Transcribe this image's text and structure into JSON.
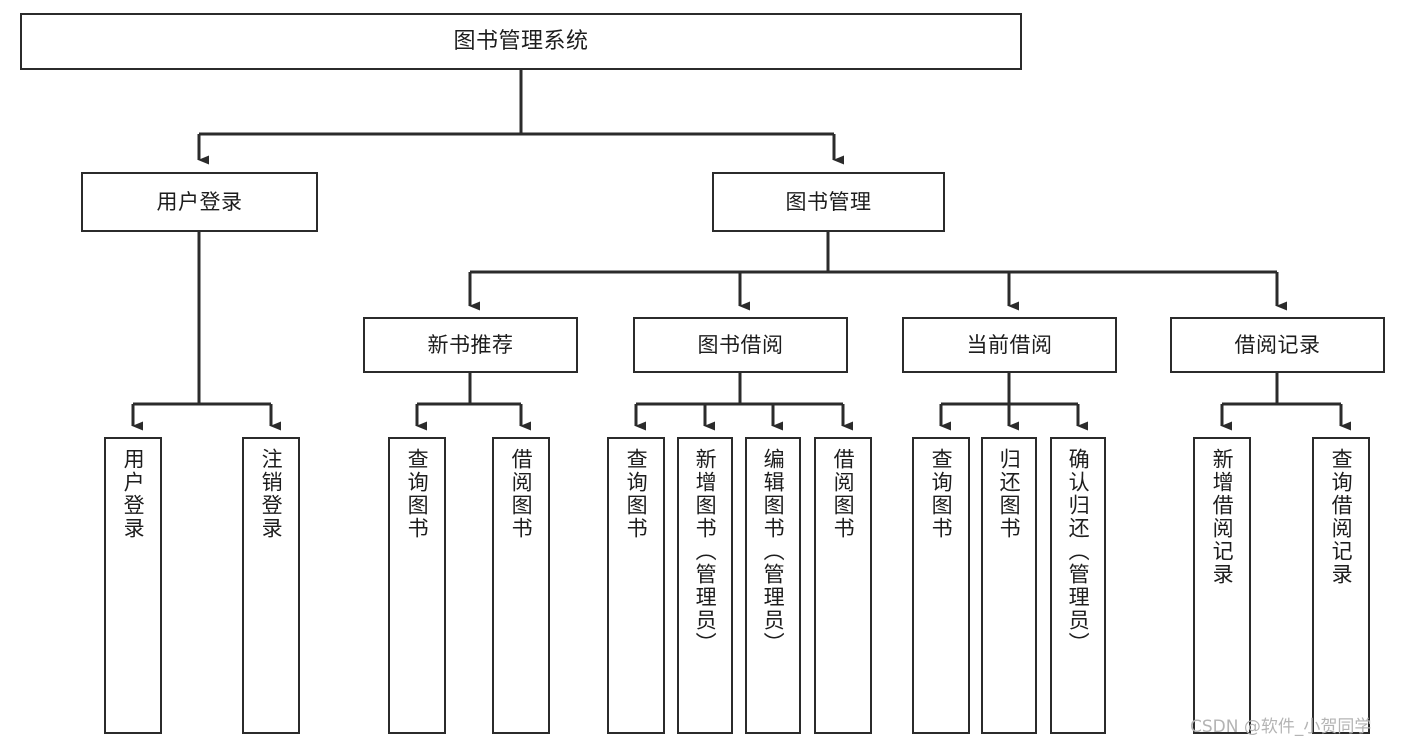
{
  "diagram": {
    "title": "图书管理系统",
    "type": "tree-hierarchy-chart",
    "watermark": "CSDN @软件_小贺同学",
    "line_color": "#2b2b2b",
    "box_fill": "#ffffff",
    "text_color": "#1d1d1d",
    "watermark_color": "#b4b4b4"
  },
  "nodes": {
    "root": {
      "label": "图书管理系统"
    },
    "level2": [
      {
        "label": "用户登录"
      },
      {
        "label": "图书管理"
      }
    ],
    "level3": [
      {
        "label": "新书推荐"
      },
      {
        "label": "图书借阅"
      },
      {
        "label": "当前借阅"
      },
      {
        "label": "借阅记录"
      }
    ],
    "leaves": {
      "user_login": [
        {
          "label": "用户登录"
        },
        {
          "label": "注销登录"
        }
      ],
      "new_book": [
        {
          "label": "查询图书"
        },
        {
          "label": "借阅图书"
        }
      ],
      "borrow_book": [
        {
          "label": "查询图书"
        },
        {
          "label": "新增图书（管理员）"
        },
        {
          "label": "编辑图书（管理员）"
        },
        {
          "label": "借阅图书"
        }
      ],
      "current_borrow": [
        {
          "label": "查询图书"
        },
        {
          "label": "归还图书"
        },
        {
          "label": "确认归还（管理员）"
        }
      ],
      "borrow_record": [
        {
          "label": "新增借阅记录"
        },
        {
          "label": "查询借阅记录"
        }
      ]
    }
  }
}
